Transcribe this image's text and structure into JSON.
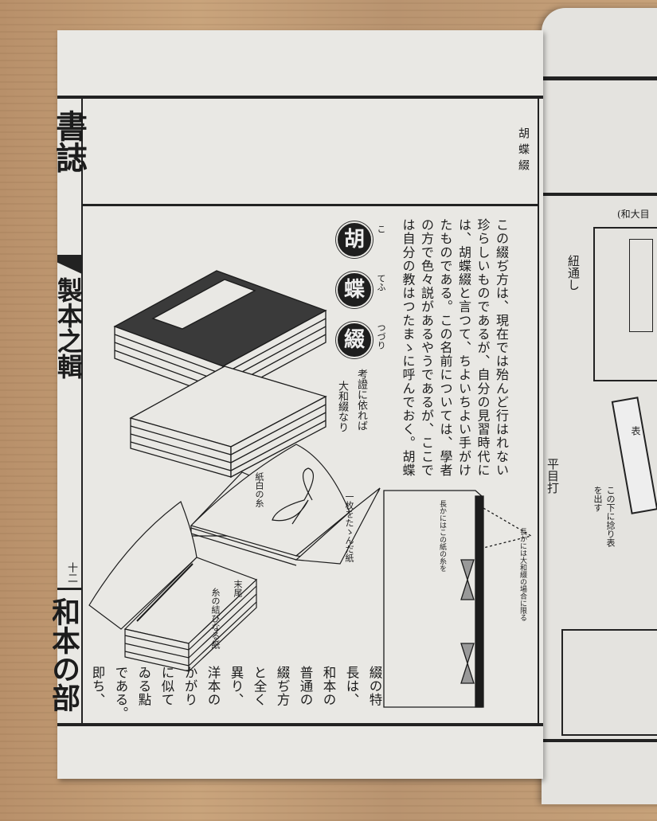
{
  "header": {
    "section_title": "胡蝶綴"
  },
  "margin": {
    "series_title": "書誌",
    "volume_title": "製本之輯",
    "page_number": "十二",
    "part_title": "和本の部"
  },
  "badges": [
    {
      "char": "胡",
      "ruby": "こ"
    },
    {
      "char": "蝶",
      "ruby": "てふ"
    },
    {
      "char": "綴",
      "ruby": "つづり"
    }
  ],
  "note": {
    "line1": "考證に依れば",
    "line2": "大和綴なり"
  },
  "main_text": [
    "この綴ぢ方は、現在では殆んど行はれない",
    "珍らしいものであるが、自分の見習時代に",
    "は、胡蝶綴と言つて、ちよいちよい手がけ",
    "たものである。この名前については、學者",
    "の方で色々説があるやうであるが、ここで",
    "は自分の教はつたまゝに呼んでおく。胡蝶"
  ],
  "bottom_text": [
    "綴の特",
    "長は、",
    "和本の",
    "普通の",
    "綴ぢ方",
    "と全く",
    "異り、",
    "洋本の",
    "かがり",
    "に似て",
    "ゐる點",
    "である。",
    "即ち、"
  ],
  "illustration_labels": {
    "white_thread": "紙白の糸",
    "folded_sheet": "一枚をたゝんだ紙",
    "end_label": "末尾",
    "tied_sheet": "糸の結びなる紙",
    "side_note": "長かにはこの紙の糸を",
    "side_note2": "長かには大和綴の場合に限る"
  },
  "right_page": {
    "header": "(和大目",
    "label_thread": "紐通し",
    "label_punch": "平目打",
    "label_cover": "表",
    "label_note": "この下に捻り表を出す"
  },
  "colors": {
    "paper": "#e9e8e4",
    "ink": "#1c1c1c",
    "wood": "#c29c74"
  }
}
